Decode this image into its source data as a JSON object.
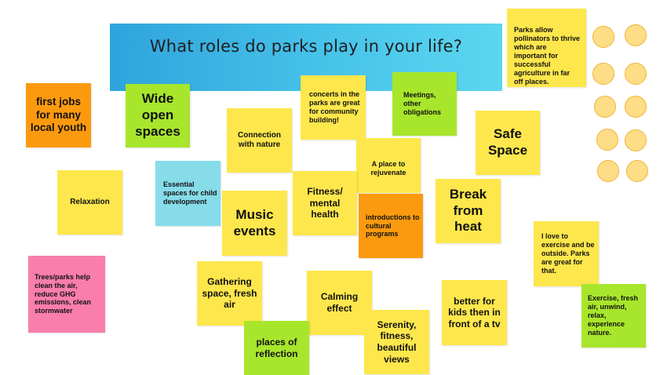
{
  "board": {
    "title": "What roles do parks play in your life?",
    "colors": {
      "banner_start": "#2fa3dc",
      "banner_end": "#5cd6ef",
      "yellow": "#fde74c",
      "green": "#a8e62c",
      "orange": "#fc9a0f",
      "blue": "#86dce9",
      "pink": "#f97eab",
      "dot_fill": "#fddd85",
      "dot_border": "#f0b43a"
    }
  },
  "notes": {
    "first_jobs": "first jobs for many local youth",
    "wide_open": "Wide open spaces",
    "relaxation": "Relaxation",
    "connection_nature": "Connection with nature",
    "concerts": "concerts in the parks are great for community building!",
    "meetings": "Meetings, other obligations",
    "pollinators": "Parks allow pollinators to thrive which are important for successful agriculture in far off places.",
    "safe_space": "Safe Space",
    "essential_spaces": "Essential spaces for child development",
    "rejuvenate": "A place to rejuvenate",
    "music_events": "Music events",
    "fitness_mental": "Fitness/ mental health",
    "cultural_programs": "introductions to cultural programs",
    "break_heat": "Break from heat",
    "love_exercise": "I love to exercise and be outside. Parks are great for that.",
    "trees_air": "Trees/parks help clean the air, reduce GHG emissions, clean stormwater",
    "gathering": "Gathering space, fresh air",
    "calming": "Calming effect",
    "better_kids": "better for kids then in front of a tv",
    "exercise_fresh": "Exercise, fresh air, unwind, relax, experience nature.",
    "reflection": "places of reflection",
    "serenity": "Serenity, fitness, beautiful views"
  }
}
